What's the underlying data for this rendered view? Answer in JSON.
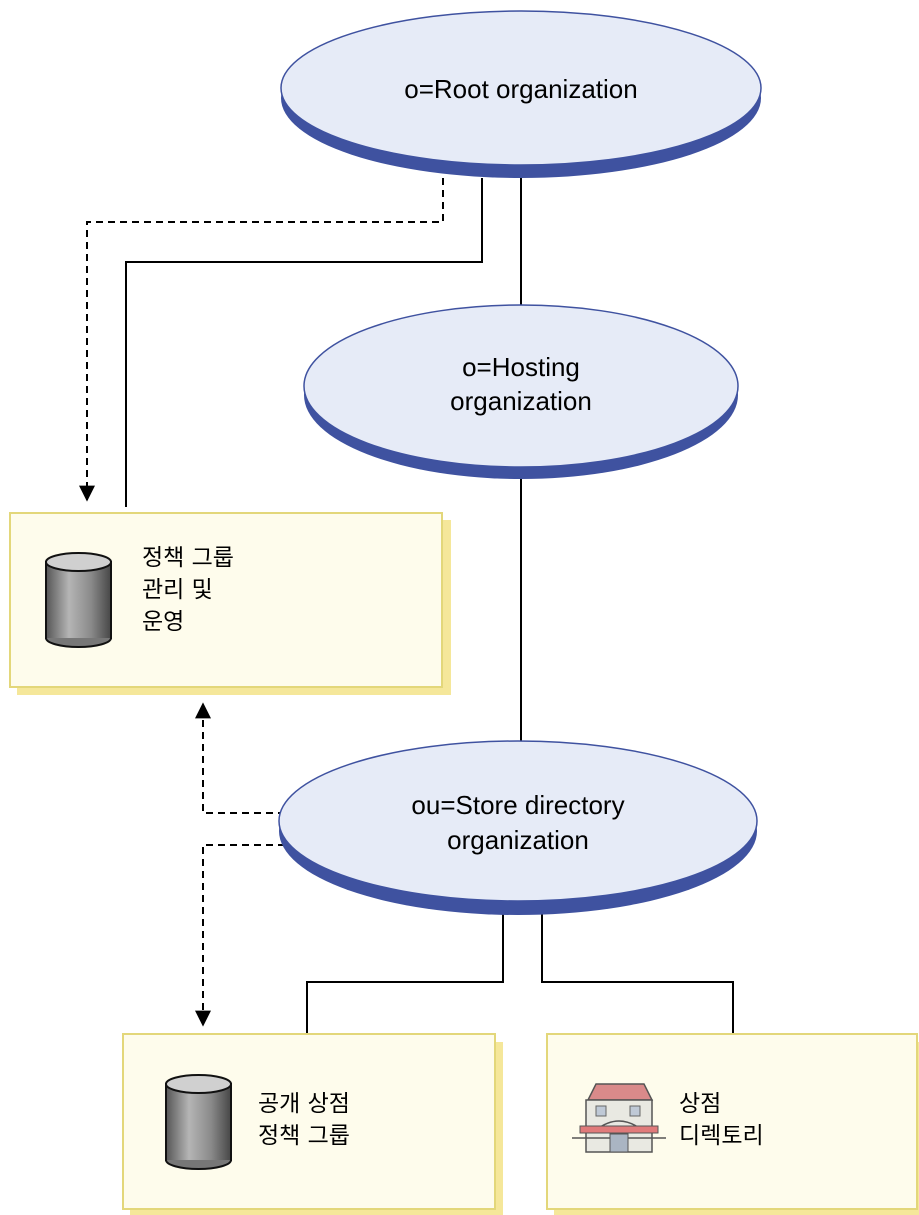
{
  "colors": {
    "ellipse_fill": "#e6ebf7",
    "ellipse_edge": "#3f52a0",
    "box_fill": "#fefcec",
    "box_border": "#e3d77a",
    "box_shadow": "#f5e79a",
    "line": "#000000"
  },
  "nodes": {
    "root": {
      "label": "o=Root organization"
    },
    "hosting": {
      "line1": "o=Hosting",
      "line2": "organization"
    },
    "store_dir": {
      "line1": "ou=Store directory",
      "line2": "organization"
    },
    "policy_mgmt": {
      "line1": "정책 그룹",
      "line2": "관리 및",
      "line3": "운영",
      "icon": "database-cylinder-icon"
    },
    "public_store": {
      "line1": "공개 상점",
      "line2": "정책 그룹",
      "icon": "database-cylinder-icon"
    },
    "store_directory": {
      "line1": "상점",
      "line2": "디렉토리",
      "icon": "storefront-icon"
    }
  }
}
